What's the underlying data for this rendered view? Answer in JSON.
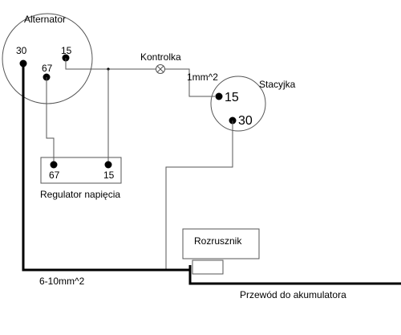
{
  "alternator": {
    "title": "Alternator",
    "pin_30": "30",
    "pin_15": "15",
    "pin_67": "67"
  },
  "indicator_lamp": {
    "label": "Kontrolka"
  },
  "wire_thin": {
    "label": "1mm^2"
  },
  "ignition_switch": {
    "title": "Stacyjka",
    "pin_15": "15",
    "pin_30": "30"
  },
  "voltage_regulator": {
    "title": "Regulator napięcia",
    "pin_67": "67",
    "pin_15": "15"
  },
  "starter": {
    "label": "Rozrusznik"
  },
  "wire_thick": {
    "label": "6-10mm^2"
  },
  "battery_wire": {
    "label": "Przewód do akumulatora"
  }
}
